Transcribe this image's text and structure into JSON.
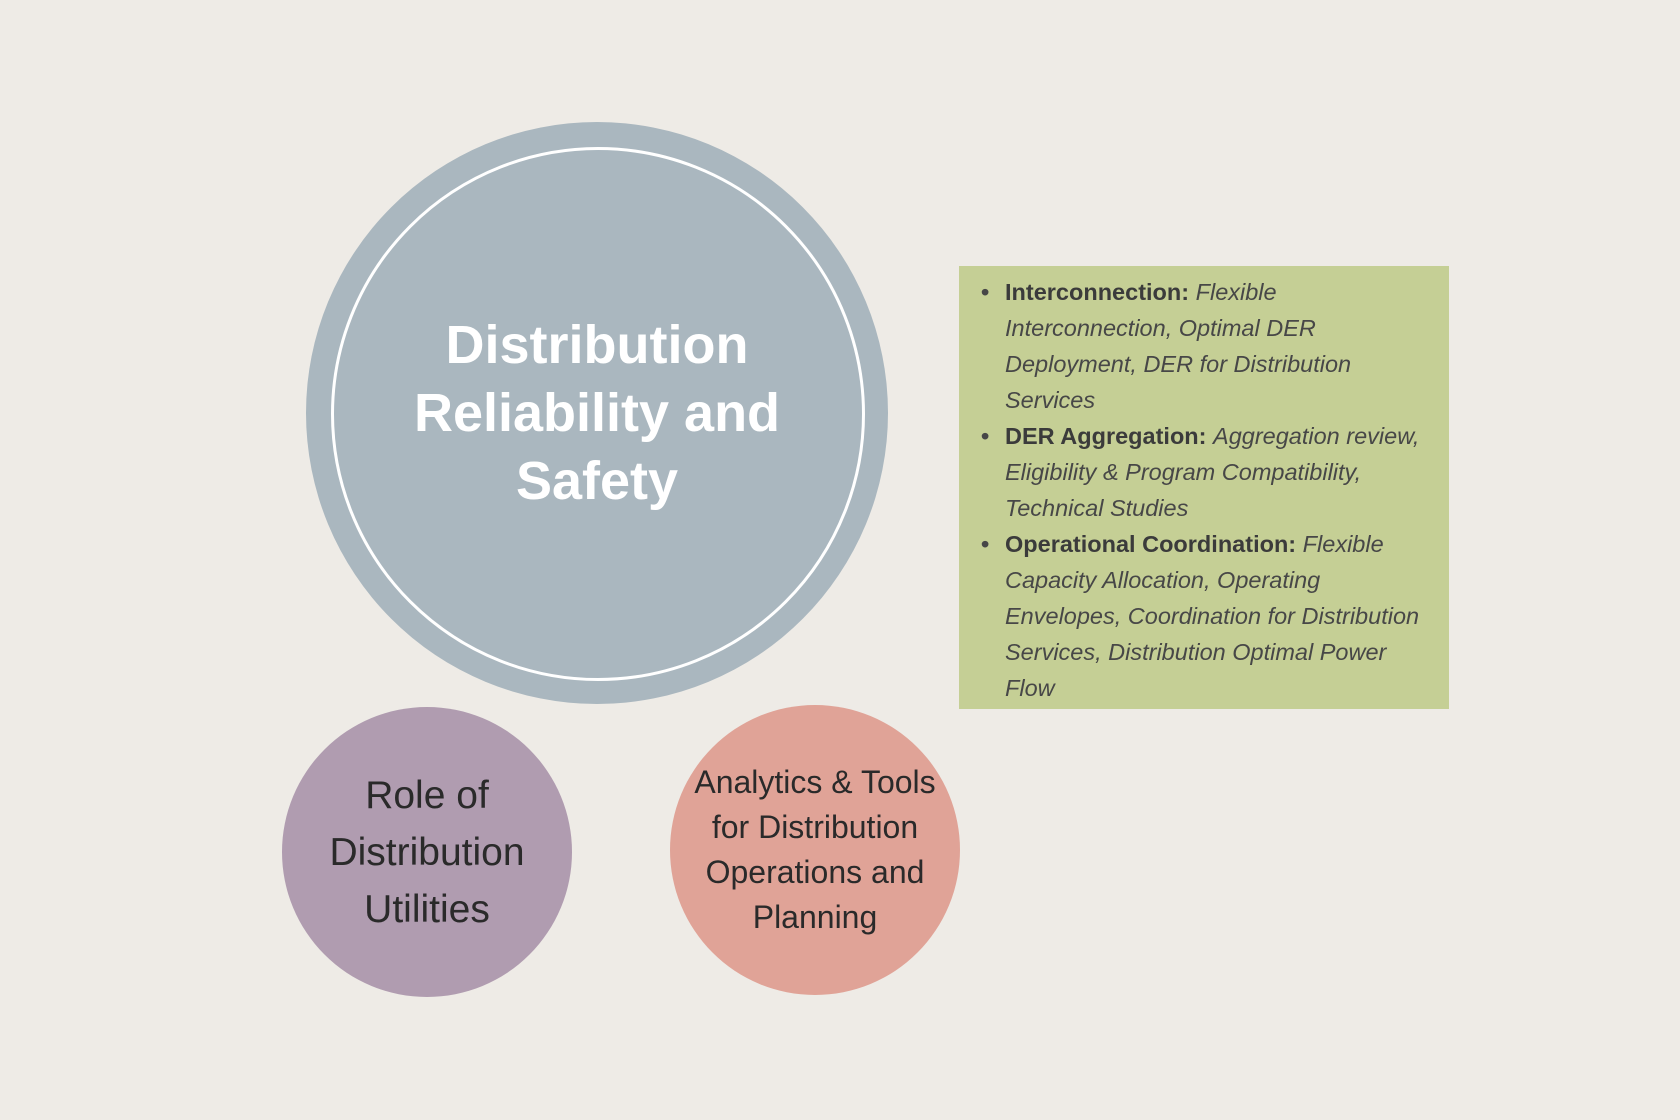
{
  "main_circle": {
    "title": "Distribution Reliability and Safety"
  },
  "left_circle": {
    "title": "Role of Distribution Utilities"
  },
  "right_circle": {
    "title": "Analytics & Tools for Distribution Operations and Planning"
  },
  "details": [
    {
      "label": "Interconnection:",
      "text": "Flexible Interconnection, Optimal DER Deployment, DER for Distribution Services"
    },
    {
      "label": "DER Aggregation:",
      "text": "Aggregation review, Eligibility & Program Compatibility, Technical Studies"
    },
    {
      "label": "Operational Coordination:",
      "text": "Flexible Capacity Allocation, Operating Envelopes, Coordination for Distribution Services, Distribution Optimal Power Flow"
    }
  ],
  "colors": {
    "background": "#eeebe6",
    "main": "#aab7bf",
    "left": "#b09cb0",
    "right": "#e0a397",
    "box": "#c5cf95"
  }
}
